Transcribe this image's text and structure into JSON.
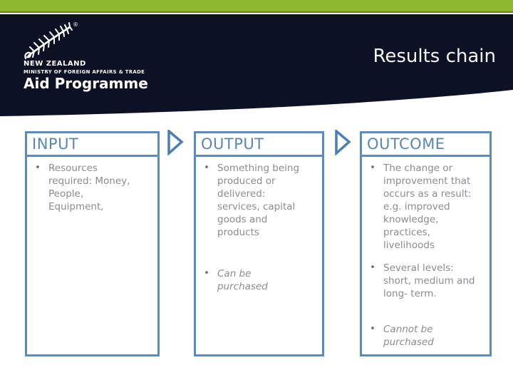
{
  "slide_title": "Results chain",
  "logo": {
    "org": "NEW ZEALAND",
    "ministry": "MINISTRY OF FOREIGN AFFAIRS & TRADE",
    "programme": "Aid Programme",
    "registered_mark": "®",
    "fern_icon": "silver-fern-icon"
  },
  "bullet_glyph": "•",
  "colors": {
    "accent_green": "#8CB72E",
    "header_navy": "#0D1124",
    "box_border_blue": "#5C8CBE",
    "box_title_blue": "#5787B2",
    "bullet_text_gray": "#8C8C8C"
  },
  "boxes": [
    {
      "title": "INPUT",
      "bullets": [
        {
          "text": "Resources\nrequired: Money,\nPeople,\nEquipment,",
          "italic": false
        }
      ]
    },
    {
      "title": "OUTPUT",
      "bullets": [
        {
          "text": "Something being\nproduced or\ndelivered:\nservices, capital\ngoods and\nproducts",
          "italic": false
        },
        {
          "text": "Can be\npurchased",
          "italic": true
        }
      ]
    },
    {
      "title": "OUTCOME",
      "bullets": [
        {
          "text": "The change or\nimprovement that\noccurs as a result:\ne.g. improved\nknowledge,\npractices,\nlivelihoods",
          "italic": false
        },
        {
          "text": "Several levels:\nshort, medium and\nlong- term.",
          "italic": false
        },
        {
          "text": "Cannot be\npurchased",
          "italic": true
        }
      ]
    }
  ]
}
